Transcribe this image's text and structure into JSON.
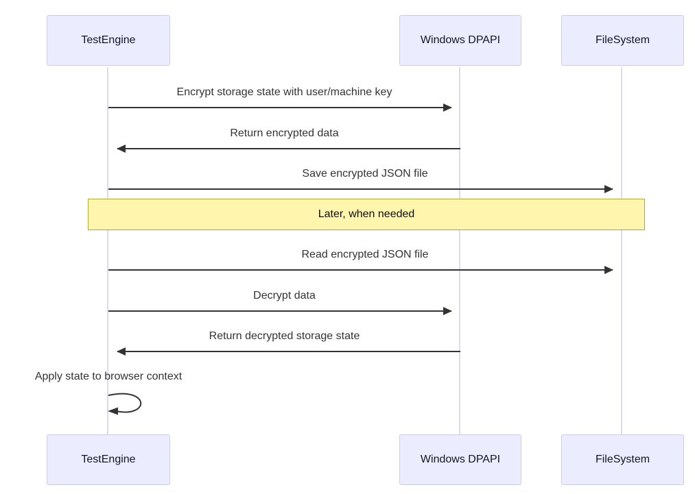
{
  "diagram": {
    "type": "sequence",
    "actors": [
      {
        "id": "testengine",
        "label": "TestEngine"
      },
      {
        "id": "windows-dpapi",
        "label": "Windows DPAPI"
      },
      {
        "id": "filesystem",
        "label": "FileSystem"
      }
    ],
    "messages": [
      {
        "from": "TestEngine",
        "to": "Windows DPAPI",
        "direction": "right",
        "label": "Encrypt storage state with user/machine key"
      },
      {
        "from": "Windows DPAPI",
        "to": "TestEngine",
        "direction": "left",
        "label": "Return encrypted data"
      },
      {
        "from": "TestEngine",
        "to": "FileSystem",
        "direction": "right",
        "label": "Save encrypted JSON file"
      },
      {
        "from": "TestEngine",
        "to": "FileSystem",
        "direction": "right",
        "label": "Read encrypted JSON file"
      },
      {
        "from": "TestEngine",
        "to": "Windows DPAPI",
        "direction": "right",
        "label": "Decrypt data"
      },
      {
        "from": "Windows DPAPI",
        "to": "TestEngine",
        "direction": "left",
        "label": "Return decrypted storage state"
      },
      {
        "from": "TestEngine",
        "to": "TestEngine",
        "direction": "self",
        "label": "Apply state to browser context"
      }
    ],
    "note": {
      "position": "over all participants",
      "label": "Later, when needed"
    },
    "colors": {
      "actor_fill": "#ECECFF",
      "actor_border": "#CCCCE3",
      "lifeline": "#DBDBEF",
      "arrow": "#333333",
      "message_text": "#333333",
      "note_fill": "#FFF5AD",
      "note_border": "#AAAA33",
      "note_text": "#0D0D0D",
      "background": "#FFFFFF"
    }
  }
}
